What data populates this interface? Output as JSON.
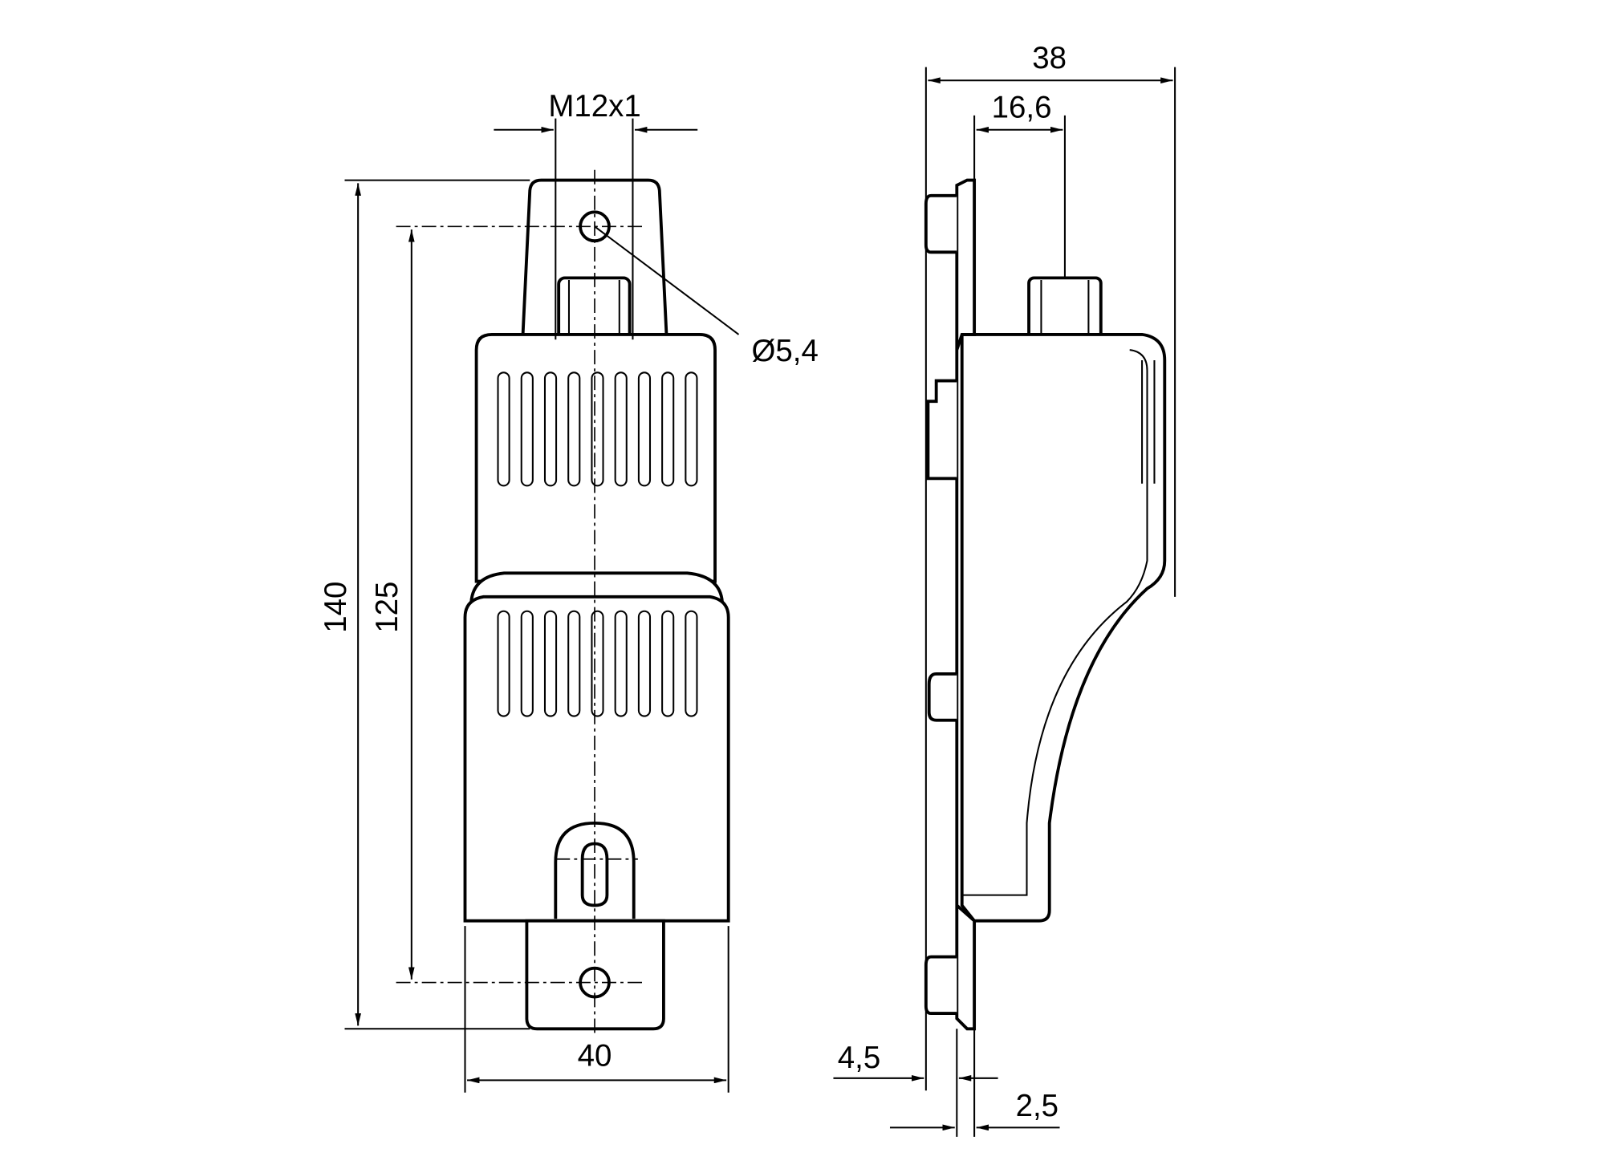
{
  "dimensions": {
    "thread": "M12x1",
    "hole_diameter": "Ø5,4",
    "total_height": "140",
    "hole_spacing": "125",
    "width": "40",
    "depth": "38",
    "connector_offset": "16,6",
    "flange_offset": "4,5",
    "plate_thickness": "2,5"
  }
}
